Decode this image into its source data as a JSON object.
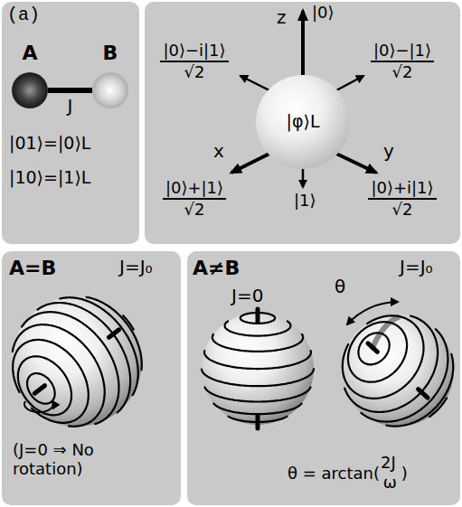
{
  "diagram": {
    "nodes": [
      {
        "text": [
          "(a)",
          "|01⟩=|0⟩L",
          "|10⟩=|1⟩L"
        ]
      },
      {
        "text": [
          "A"
        ],
        "in": 0
      },
      {
        "text": [
          "B"
        ],
        "in": 0
      },
      {
        "text": [
          "z",
          "|0⟩",
          "|0⟩−i|1⟩",
          "√2",
          "|0⟩−|1⟩",
          "√2",
          "x",
          "y",
          "|0⟩+|1⟩",
          "√2",
          "|1⟩",
          "|0⟩+i|1⟩",
          "√2"
        ]
      },
      {
        "text": [
          "|φ⟩L"
        ],
        "in": 3
      },
      {
        "text": [
          "A=B",
          "J=J₀",
          "(J=0 ⇒ No rotation)"
        ]
      },
      {
        "text": [
          "A≠B",
          "J=0",
          "J=J₀",
          "θ",
          "θ = arctan(",
          "2J",
          "ω",
          ")"
        ]
      }
    ],
    "edges": [
      {
        "from": 1,
        "to": 2,
        "arrow": "none",
        "label": "J"
      }
    ]
  }
}
